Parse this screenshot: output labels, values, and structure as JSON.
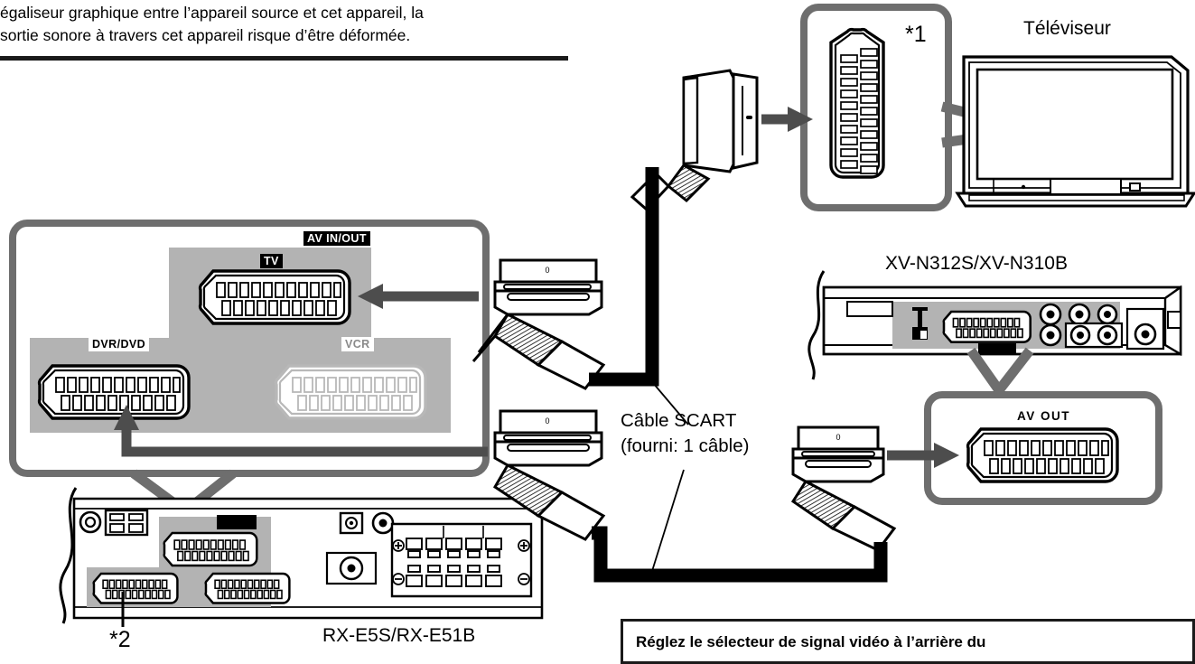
{
  "note": {
    "line1": "égaliseur graphique entre l’appareil source et cet appareil, la",
    "line2": "sortie sonore à travers cet appareil risque d’être déformée."
  },
  "labels": {
    "tv": "Téléviseur",
    "star1": "*1",
    "star2": "*2",
    "receiver_model": "RX-E5S/RX-E51B",
    "player_model": "XV-N312S/XV-N310B",
    "cable_line1": "Câble SCART",
    "cable_line2": "(fourni: 1 câble)"
  },
  "receiver_panel": {
    "av_in_out": "AV IN/OUT",
    "tv_socket": "TV",
    "dvr_dvd_socket": "DVR/DVD",
    "vcr_socket": "VCR"
  },
  "player_panel": {
    "av_out": "AV  OUT"
  },
  "caption": {
    "text": "Réglez le sélecteur de signal vidéo à l’arrière du"
  },
  "colors": {
    "ink": "#000000",
    "rule": "#1a1a1a",
    "callout_border": "#6e6e6e",
    "panel_gray": "#b3b3b3",
    "arrow_gray": "#4d4d4d",
    "socket_disabled": "#b8b8b8",
    "cable_black": "#000000"
  }
}
